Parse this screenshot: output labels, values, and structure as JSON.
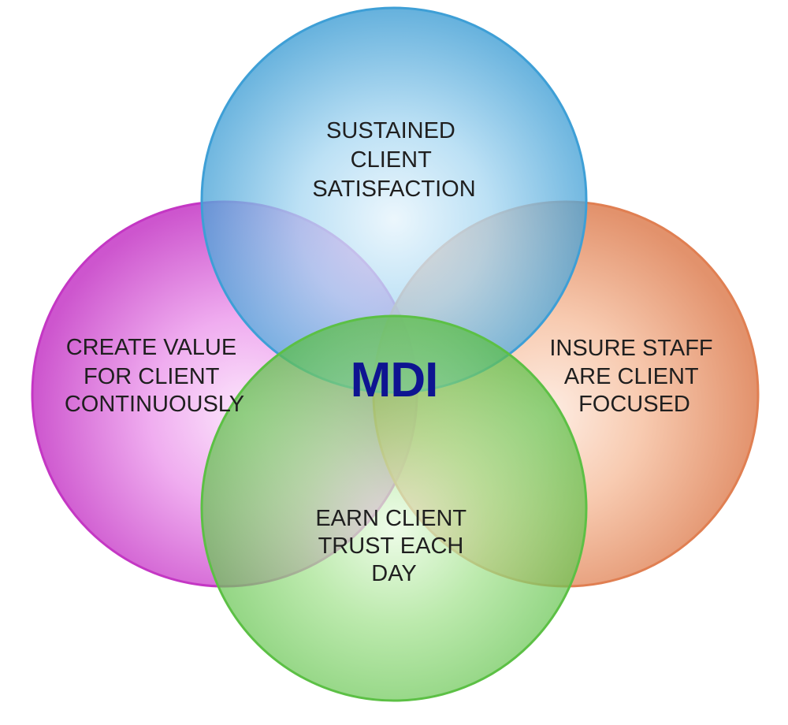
{
  "diagram": {
    "center": {
      "label": "MDI",
      "color": "#0e1491"
    },
    "circles": [
      {
        "id": "top",
        "label_lines": [
          "SUSTAINED",
          "CLIENT",
          "SATISFACTION"
        ],
        "color": "#3e9fd6"
      },
      {
        "id": "left",
        "label_lines": [
          "CREATE VALUE",
          "FOR CLIENT",
          "CONTINUOUSLY"
        ],
        "color": "#c437c4"
      },
      {
        "id": "right",
        "label_lines": [
          "INSURE STAFF",
          "ARE CLIENT",
          "FOCUSED"
        ],
        "color": "#e07f52"
      },
      {
        "id": "bottom",
        "label_lines": [
          "EARN CLIENT",
          "TRUST EACH",
          "DAY"
        ],
        "color": "#5cc045"
      }
    ]
  }
}
